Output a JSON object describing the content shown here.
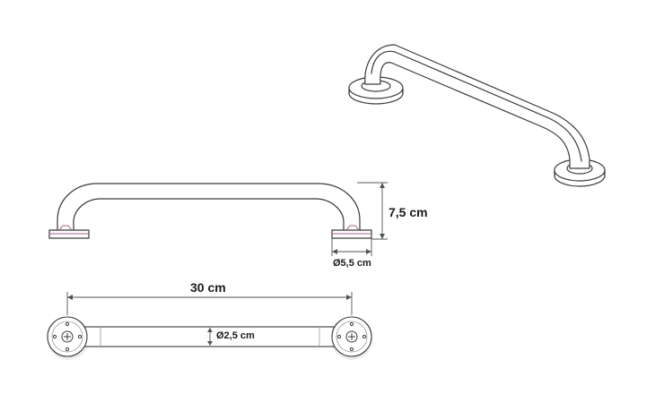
{
  "dimensions": {
    "height": "7,5 cm",
    "base_diameter": "Ø5,5 cm",
    "length": "30 cm",
    "tube_diameter": "Ø2,5 cm"
  },
  "colors": {
    "line": "#3a3a3a",
    "dimension_line": "#555555",
    "text": "#1a1a1a",
    "flange_accent": "#a0608a",
    "tube_fill": "#ffffff",
    "shadow": "#eeeeee"
  }
}
